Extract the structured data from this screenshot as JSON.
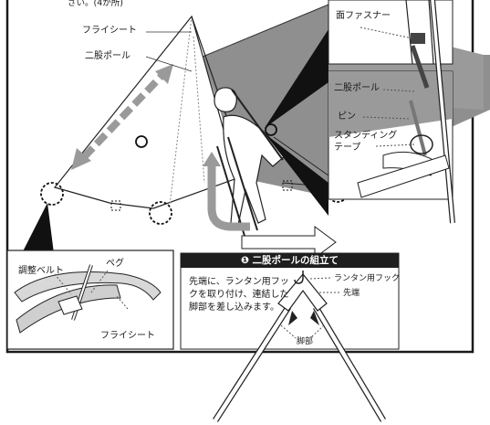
{
  "header_note": "さい。(4か所)",
  "labels": {
    "fly_sheet_top": "フライシート",
    "bipod_pole_left": "二股ポール",
    "face_fastener": "面ファスナー",
    "bipod_pole_inset": "二股ポール",
    "pin": "ピン",
    "standing_tape_line1": "スタンディング",
    "standing_tape_line2": "テープ",
    "adjust_belt": "調整ベルト",
    "peg": "ペグ",
    "fly_sheet_bottom": "フライシート"
  },
  "assembly": {
    "badge": "❶",
    "title": "二股ポールの組立て",
    "description": "先端に、ランタン用フックを取り付け、連結した脚部を差し込みます。",
    "lantern_hook": "ランタン用フック",
    "tip": "先端",
    "leg": "脚部"
  }
}
